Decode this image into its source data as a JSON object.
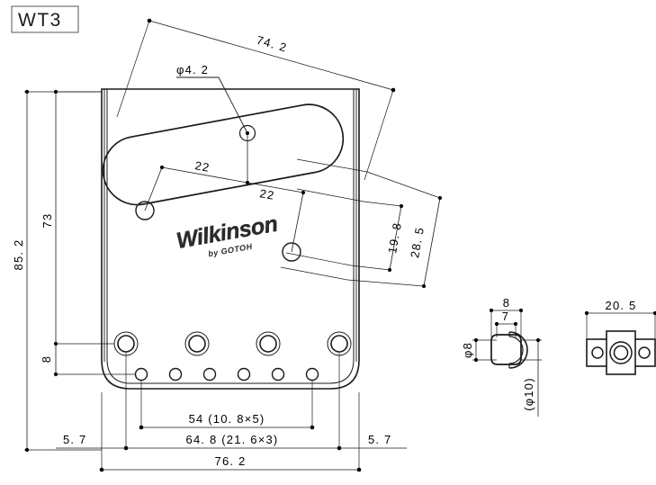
{
  "drawing": {
    "title": "WT3",
    "brand": {
      "name": "Wilkinson",
      "subtitle": "by GOTOH"
    },
    "views": {
      "top_view": {
        "name": "top-view",
        "dimensions": {
          "overall_height": "85. 2",
          "plate_height": "73",
          "bottom_offset": "8",
          "diagonal_length": "74. 2",
          "pickup_hole_dia": "φ4. 2",
          "pickup_span_left": "22",
          "pickup_span_right": "22",
          "pickup_offset_inner": "19. 8",
          "pickup_offset_outer": "28. 5",
          "string_spacing": "54 (10. 8×5)",
          "screw_spacing": "64. 8 (21. 6×3)",
          "overall_width": "76. 2",
          "edge_left": "5. 7",
          "edge_right": "5. 7"
        }
      },
      "side_view": {
        "name": "saddle-side-view",
        "dimensions": {
          "width_outer": "8",
          "width_inner": "7",
          "diameter": "φ8",
          "diameter_ref": "(φ10)"
        }
      },
      "front_view": {
        "name": "saddle-front-view",
        "dimensions": {
          "width": "20. 5"
        }
      }
    }
  }
}
